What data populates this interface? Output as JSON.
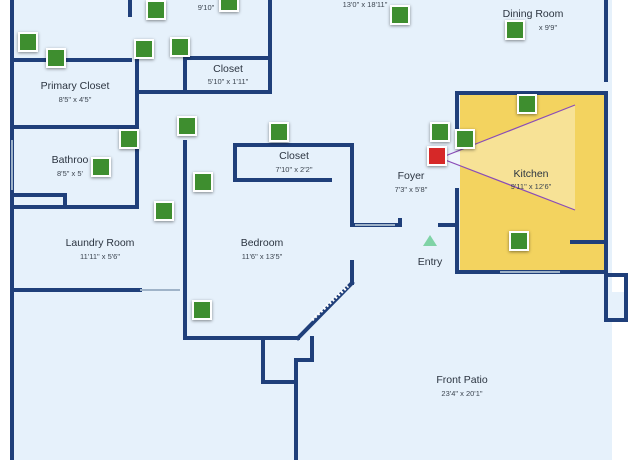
{
  "rooms": {
    "top_left": {
      "dim": "9'10\""
    },
    "great_room": {
      "dim": "13'0\" x 18'11\""
    },
    "dining": {
      "name": "Dining Room",
      "dim": "x 9'9\""
    },
    "primary_closet": {
      "name": "Primary Closet",
      "dim": "8'5\" x 4'5\""
    },
    "closet_top": {
      "name": "Closet",
      "dim": "5'10\" x 1'11\""
    },
    "bathroom": {
      "name": "Bathroo",
      "dim": "8'5\" x 5'"
    },
    "closet_mid": {
      "name": "Closet",
      "dim": "7'10\" x 2'2\""
    },
    "foyer": {
      "name": "Foyer",
      "dim": "7'3\" x 5'8\""
    },
    "kitchen": {
      "name": "Kitchen",
      "dim": "9'11\" x 12'6\""
    },
    "laundry": {
      "name": "Laundry Room",
      "dim": "11'11\" x 5'6\""
    },
    "bedroom": {
      "name": "Bedroom",
      "dim": "11'6\" x 13'5\""
    },
    "entry": {
      "name": "Entry"
    },
    "front_patio": {
      "name": "Front Patio",
      "dim": "23'4\" x 20'1\""
    }
  },
  "colors": {
    "floor": "#e6f1fb",
    "wall": "#1f3f7a",
    "kitchen_fill": "#f3d35f",
    "pin": "#3e8e2f",
    "current_pin": "#d62828",
    "entry_marker": "#7fd3a6"
  },
  "markers": {
    "photo_marker_icon": "green-square-marker",
    "current_position_icon": "red-square-marker",
    "entry_icon": "triangle-up"
  }
}
